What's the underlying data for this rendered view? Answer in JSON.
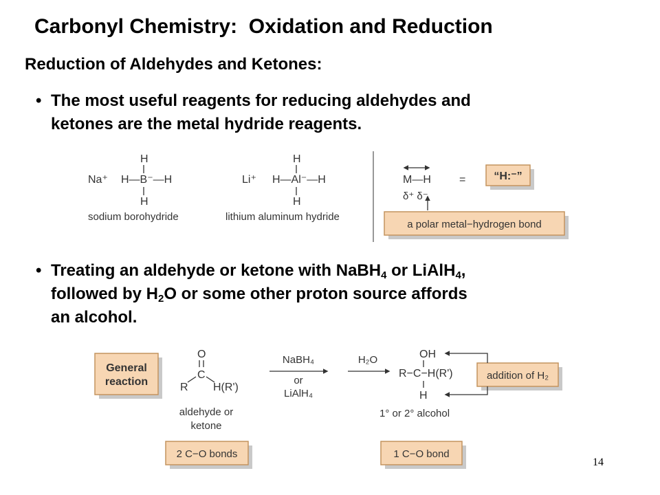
{
  "slide": {
    "title": "Carbonyl Chemistry:  Oxidation and Reduction",
    "section_heading": "Reduction of Aldehydes and Ketones:",
    "bullets": [
      {
        "symbol": "•",
        "line1": "The most useful reagents for reducing aldehydes and",
        "line2": "ketones are the metal hydride reagents."
      },
      {
        "symbol": "•",
        "line1_a": "Treating an aldehyde or ketone with NaBH",
        "line1_sub1": "4",
        "line1_b": " or LiAlH",
        "line1_sub2": "4",
        "line1_c": ",",
        "line2_a": "followed by H",
        "line2_sub": "2",
        "line2_b": "O or some other proton source affords",
        "line3": "an alcohol."
      }
    ],
    "page_number": "14"
  },
  "figure_reagents": {
    "sodium_borohydride": {
      "counterion": "Na⁺",
      "top_h": "H",
      "middle_row": "H—B⁻—H",
      "bottom_h": "H",
      "label": "sodium borohydride"
    },
    "lithium_aluminum_hydride": {
      "counterion": "Li⁺",
      "top_h": "H",
      "middle_row": "H—Al⁻—H",
      "bottom_h": "H",
      "label": "lithium aluminum hydride"
    },
    "polar_bond": {
      "bond": "M—H",
      "charges": "δ⁺ δ⁻",
      "equals": "=",
      "hydride_box": "“H:⁻”",
      "caption_box": "a polar metal−hydrogen bond"
    }
  },
  "figure_reaction": {
    "general_reaction_box_line1": "General",
    "general_reaction_box_line2": "reaction",
    "reactant": {
      "oxygen": "O",
      "double_bond": "‖",
      "carbon": "C",
      "left_group": "R",
      "right_group": "H(R')"
    },
    "reactant_label_line1": "aldehyde or",
    "reactant_label_line2": "ketone",
    "reactant_bonds_box": "2 C−O bonds",
    "arrow1_top": "NaBH₄",
    "arrow1_mid": "or",
    "arrow1_bottom": "LiAlH₄",
    "arrow2_top": "H₂O",
    "product": {
      "top": "OH",
      "middle": "R−C−H(R')",
      "bottom": "H"
    },
    "product_label": "1° or 2° alcohol",
    "product_bonds_box": "1 C−O bond",
    "addition_box": "addition of H₂"
  },
  "colors": {
    "box_fill": "#f7d6b3",
    "box_border": "#c4935e",
    "box_shadow": "#c9c9c9",
    "text": "#000000",
    "figure_text": "#333333"
  }
}
